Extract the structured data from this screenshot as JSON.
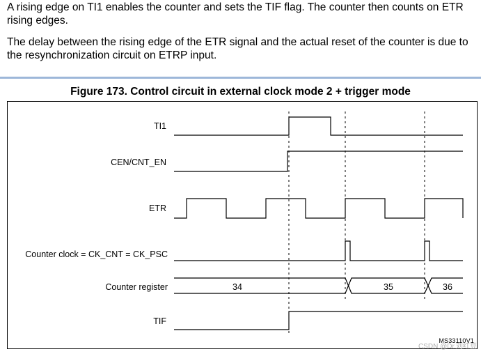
{
  "paragraphs": {
    "p1": "A rising edge on TI1 enables the counter and sets the TIF flag. The counter then counts on ETR rising edges.",
    "p2": "The delay between the rising edge of the ETR signal and the actual reset of the counter is due to the resynchronization circuit on ETRP input."
  },
  "figure": {
    "title": "Figure 173. Control circuit in external clock mode 2 + trigger mode",
    "signals": {
      "ti1": "TI1",
      "cen": "CEN/CNT_EN",
      "etr": "ETR",
      "clk": "Counter clock = CK_CNT = CK_PSC",
      "reg": "Counter register",
      "tif": "TIF"
    },
    "counter_values": [
      "34",
      "35",
      "36"
    ],
    "reference": "MS33110V1",
    "watermark": "CSDN @Dr.刘红豆"
  },
  "colors": {
    "rule": "#9db7d9",
    "line": "#000000",
    "watermark": "#b0b0b0"
  }
}
